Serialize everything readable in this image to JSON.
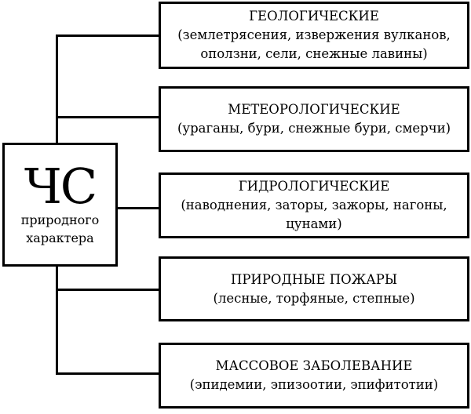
{
  "root": {
    "title": "ЧС",
    "subtitle_line1": "природного",
    "subtitle_line2": "характера"
  },
  "categories": [
    {
      "title": "ГЕОЛОГИЧЕСКИЕ",
      "line1": "(землетрясения, извержения вулканов,",
      "line2": "оползни, сели, снежные лавины)"
    },
    {
      "title": "МЕТЕОРОЛОГИЧЕСКИЕ",
      "line1": "(ураганы, бури, снежные бури, смерчи)",
      "line2": ""
    },
    {
      "title": "ГИДРОЛОГИЧЕСКИЕ",
      "line1": "(наводнения, заторы, зажоры, нагоны,",
      "line2": "цунами)"
    },
    {
      "title": "ПРИРОДНЫЕ ПОЖАРЫ",
      "line1": "(лесные, торфяные, степные)",
      "line2": ""
    },
    {
      "title": "МАССОВОЕ ЗАБОЛЕВАНИЕ",
      "line1": "(эпидемии, эпизоотии, эпифитотии)",
      "line2": ""
    }
  ]
}
